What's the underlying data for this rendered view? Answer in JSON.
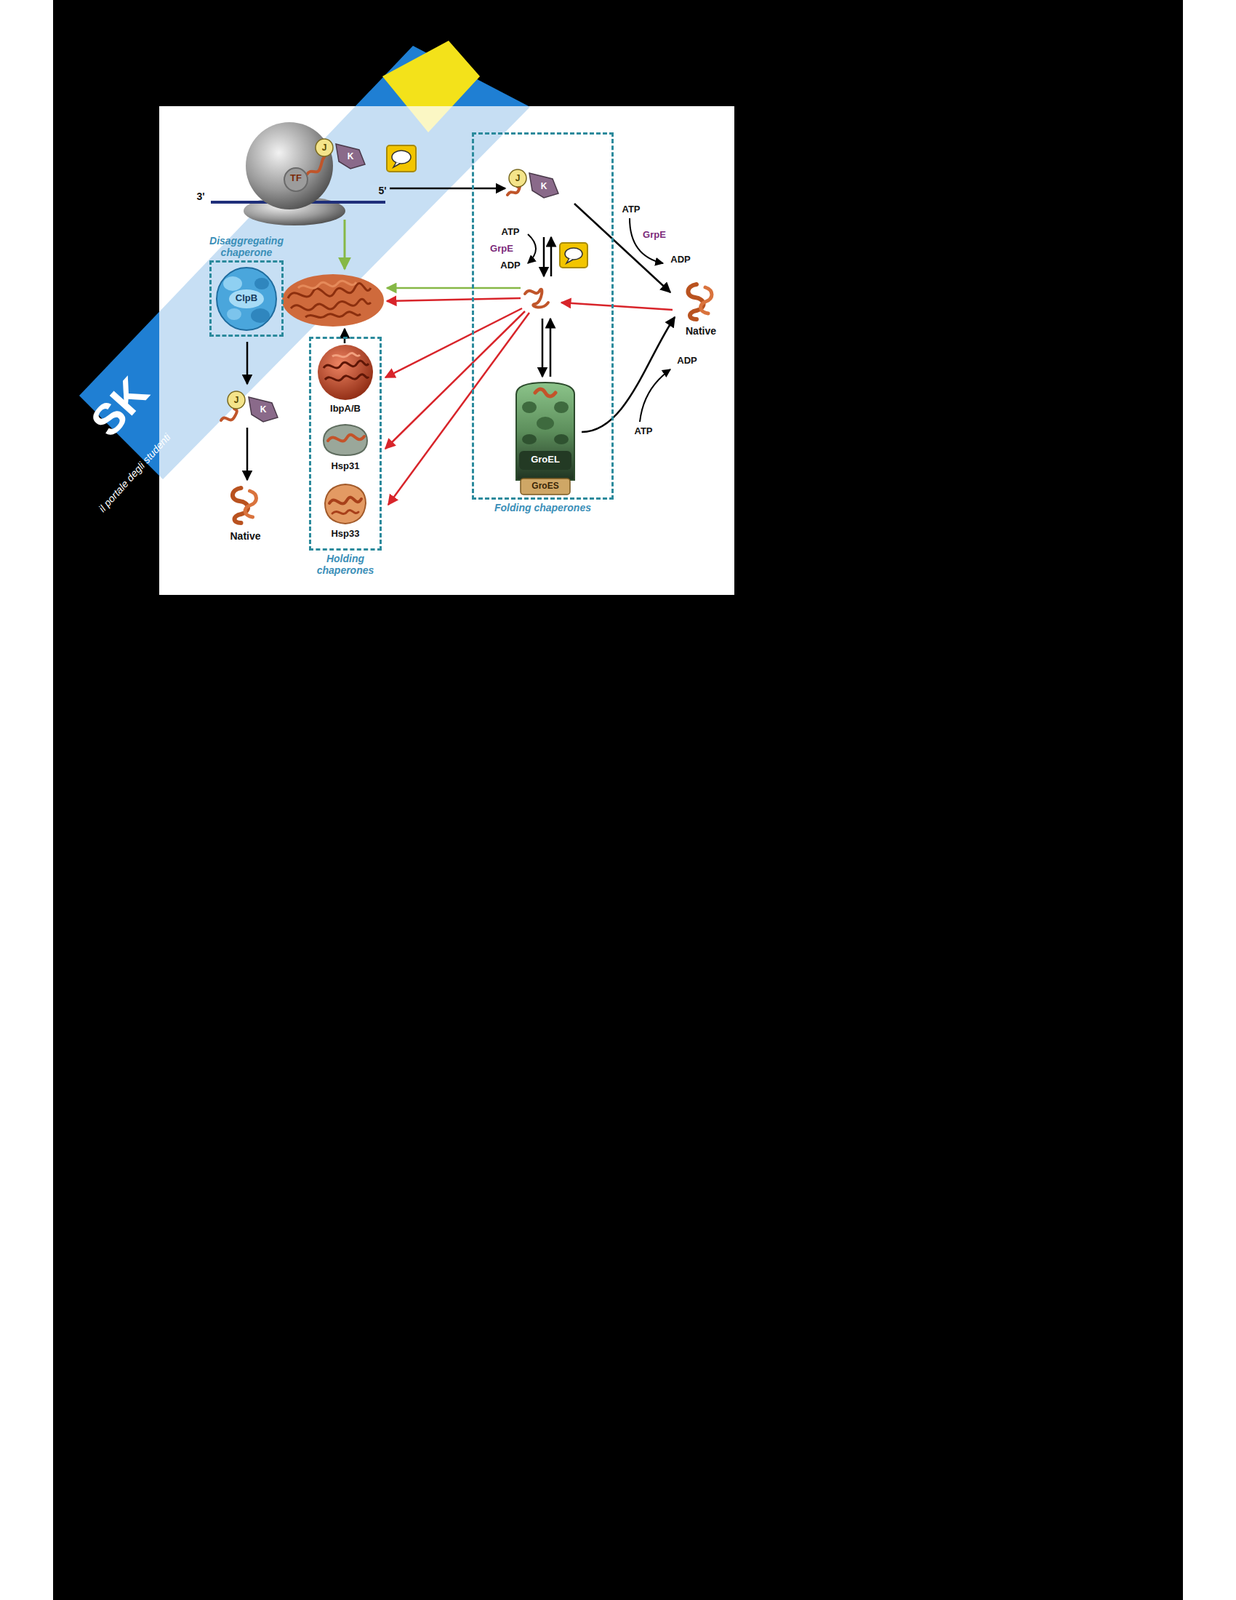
{
  "diagram": {
    "nodes": [
      {
        "text": [
          "TF"
        ]
      },
      {
        "text": [
          "Disaggregating chaperone"
        ]
      },
      {
        "text": [
          "ClpB"
        ],
        "in": 1
      },
      {
        "text": [
          "Folding chaperones"
        ]
      },
      {
        "text": [
          "GroEL",
          "GroES"
        ],
        "in": 3
      },
      {
        "text": [
          "Native"
        ]
      },
      {
        "text": [
          "Holding chaperones"
        ]
      },
      {
        "text": [
          "IbpA/B"
        ],
        "in": 6
      },
      {
        "text": [
          "Hsp31"
        ],
        "in": 6
      },
      {
        "text": [
          "Hsp33"
        ],
        "in": 6
      },
      {
        "text": [
          "Native"
        ]
      }
    ],
    "edges": [
      {
        "from": 4,
        "to": 5,
        "arrow": "to"
      }
    ],
    "labels": [
      "3'",
      "5'",
      "J",
      "K",
      "ATP",
      "GrpE",
      "ADP",
      "J",
      "K",
      "ATP",
      "GrpE",
      "ADP",
      "ADP",
      "ATP",
      "J",
      "K",
      "SK",
      "il portale degli studenti"
    ]
  }
}
